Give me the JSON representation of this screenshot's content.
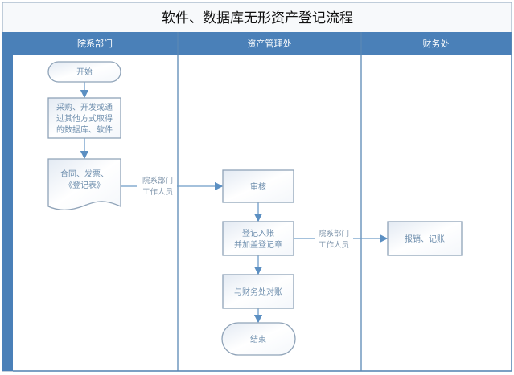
{
  "title": "软件、数据库无形资产登记流程",
  "lanes": [
    "院系部门",
    "资产管理处",
    "财务处"
  ],
  "nodes": {
    "start": "开始",
    "acquire": [
      "采购、开发或通",
      "过其他方式取得",
      "的数据库、软件"
    ],
    "documents": [
      "合同、发票、",
      "《登记表》"
    ],
    "review": "审核",
    "register": [
      "登记入账",
      "并加盖登记章"
    ],
    "reconcile": "与财务处对账",
    "end": "结束",
    "reimburse": "报销、记账"
  },
  "edge_labels": {
    "to_review": [
      "院系部门",
      "工作人员"
    ],
    "to_finance": [
      "院系部门",
      "工作人员"
    ]
  },
  "colors": {
    "header": "#4a80b8",
    "line": "#6d9cc8"
  }
}
